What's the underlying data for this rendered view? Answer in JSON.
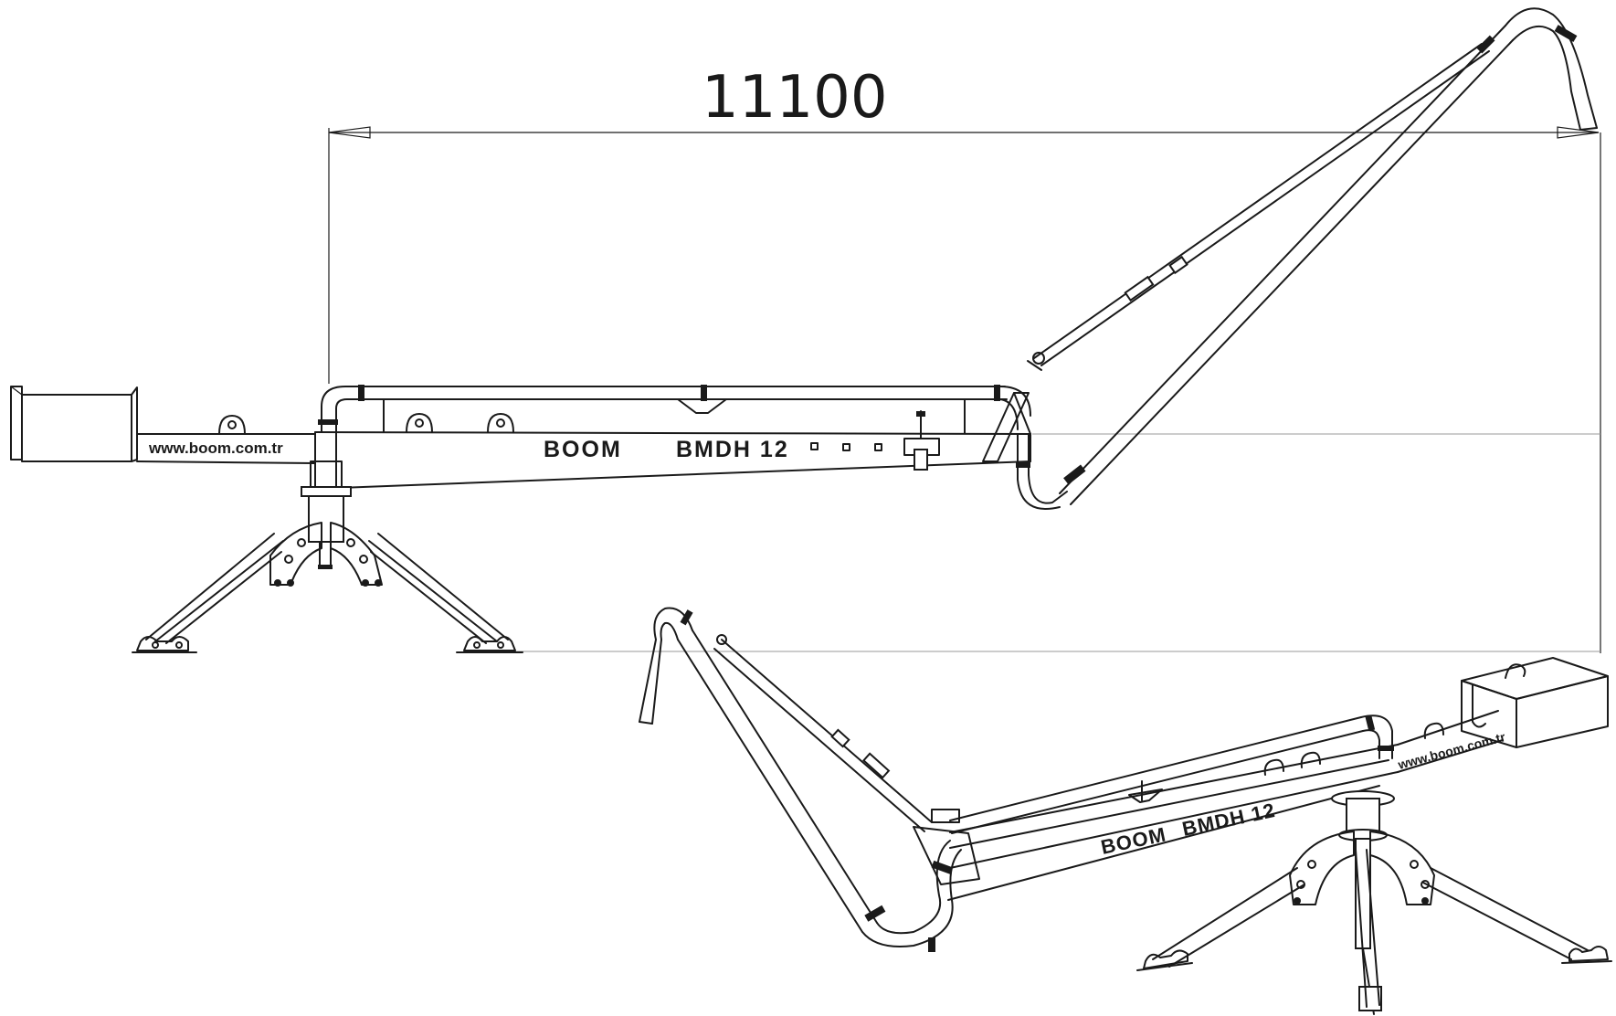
{
  "dimension": {
    "value": "11100"
  },
  "side_view": {
    "brand": "BOOM",
    "model": "BMDH 12",
    "website": "www.boom.com.tr"
  },
  "perspective_view": {
    "brand": "BOOM",
    "model": "BMDH 12",
    "website": "www.boom.com.tr"
  }
}
